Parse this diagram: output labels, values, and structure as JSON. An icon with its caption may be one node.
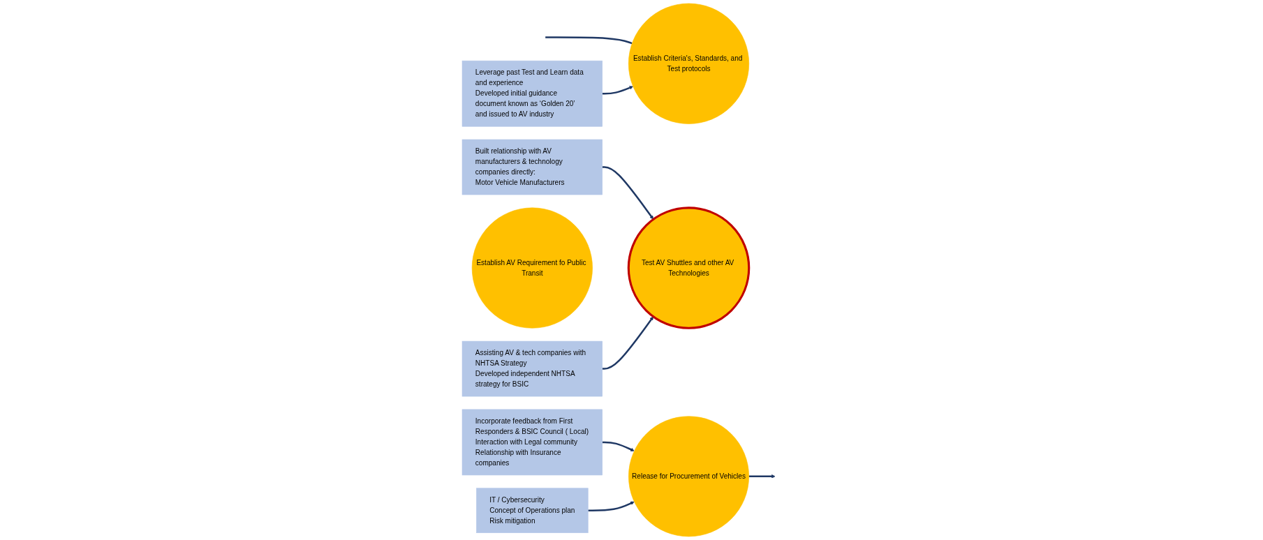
{
  "diagram": {
    "nodes": [
      {
        "text": [
          "Establish Criteria's, Standards, and Test protocols"
        ]
      },
      {
        "text": [
          "Built relationship with AV manufacturers & technology companies directly:",
          "Motor Vehicle Manufacturers"
        ]
      },
      {
        "text": [
          "Leverage past Test and Learn data and experience",
          "Developed initial guidance document known as ‘Golden 20’ and issued to AV industry"
        ]
      },
      {
        "text": [
          "Test AV Shuttles and other AV Technologies"
        ]
      },
      {
        "text": [
          "Assisting AV & tech companies with NHTSA Strategy",
          "Developed independent NHTSA strategy for BSIC"
        ]
      },
      {
        "text": [
          "Establish AV Requirement fo Public Transit"
        ]
      },
      {
        "text": [
          "Incorporate feedback from First Responders & BSIC Council ( Local)",
          "Interaction with Legal community",
          "Relationship with Insurance companies"
        ]
      },
      {
        "text": [
          "Release for Procurement of Vehicles"
        ]
      },
      {
        "text": [
          "IT / Cybersecurity",
          "Concept of Operations plan",
          "Risk mitigation"
        ]
      }
    ],
    "edges": [
      {
        "from": null,
        "to": 0,
        "arrow": "none"
      },
      {
        "from": 2,
        "to": 0,
        "arrow": "to"
      },
      {
        "from": 1,
        "to": 3,
        "arrow": "to"
      },
      {
        "from": 4,
        "to": 3,
        "arrow": "to"
      },
      {
        "from": 6,
        "to": 7,
        "arrow": "to"
      },
      {
        "from": 8,
        "to": 7,
        "arrow": "to"
      },
      {
        "from": 7,
        "to": null,
        "arrow": "to"
      }
    ]
  }
}
